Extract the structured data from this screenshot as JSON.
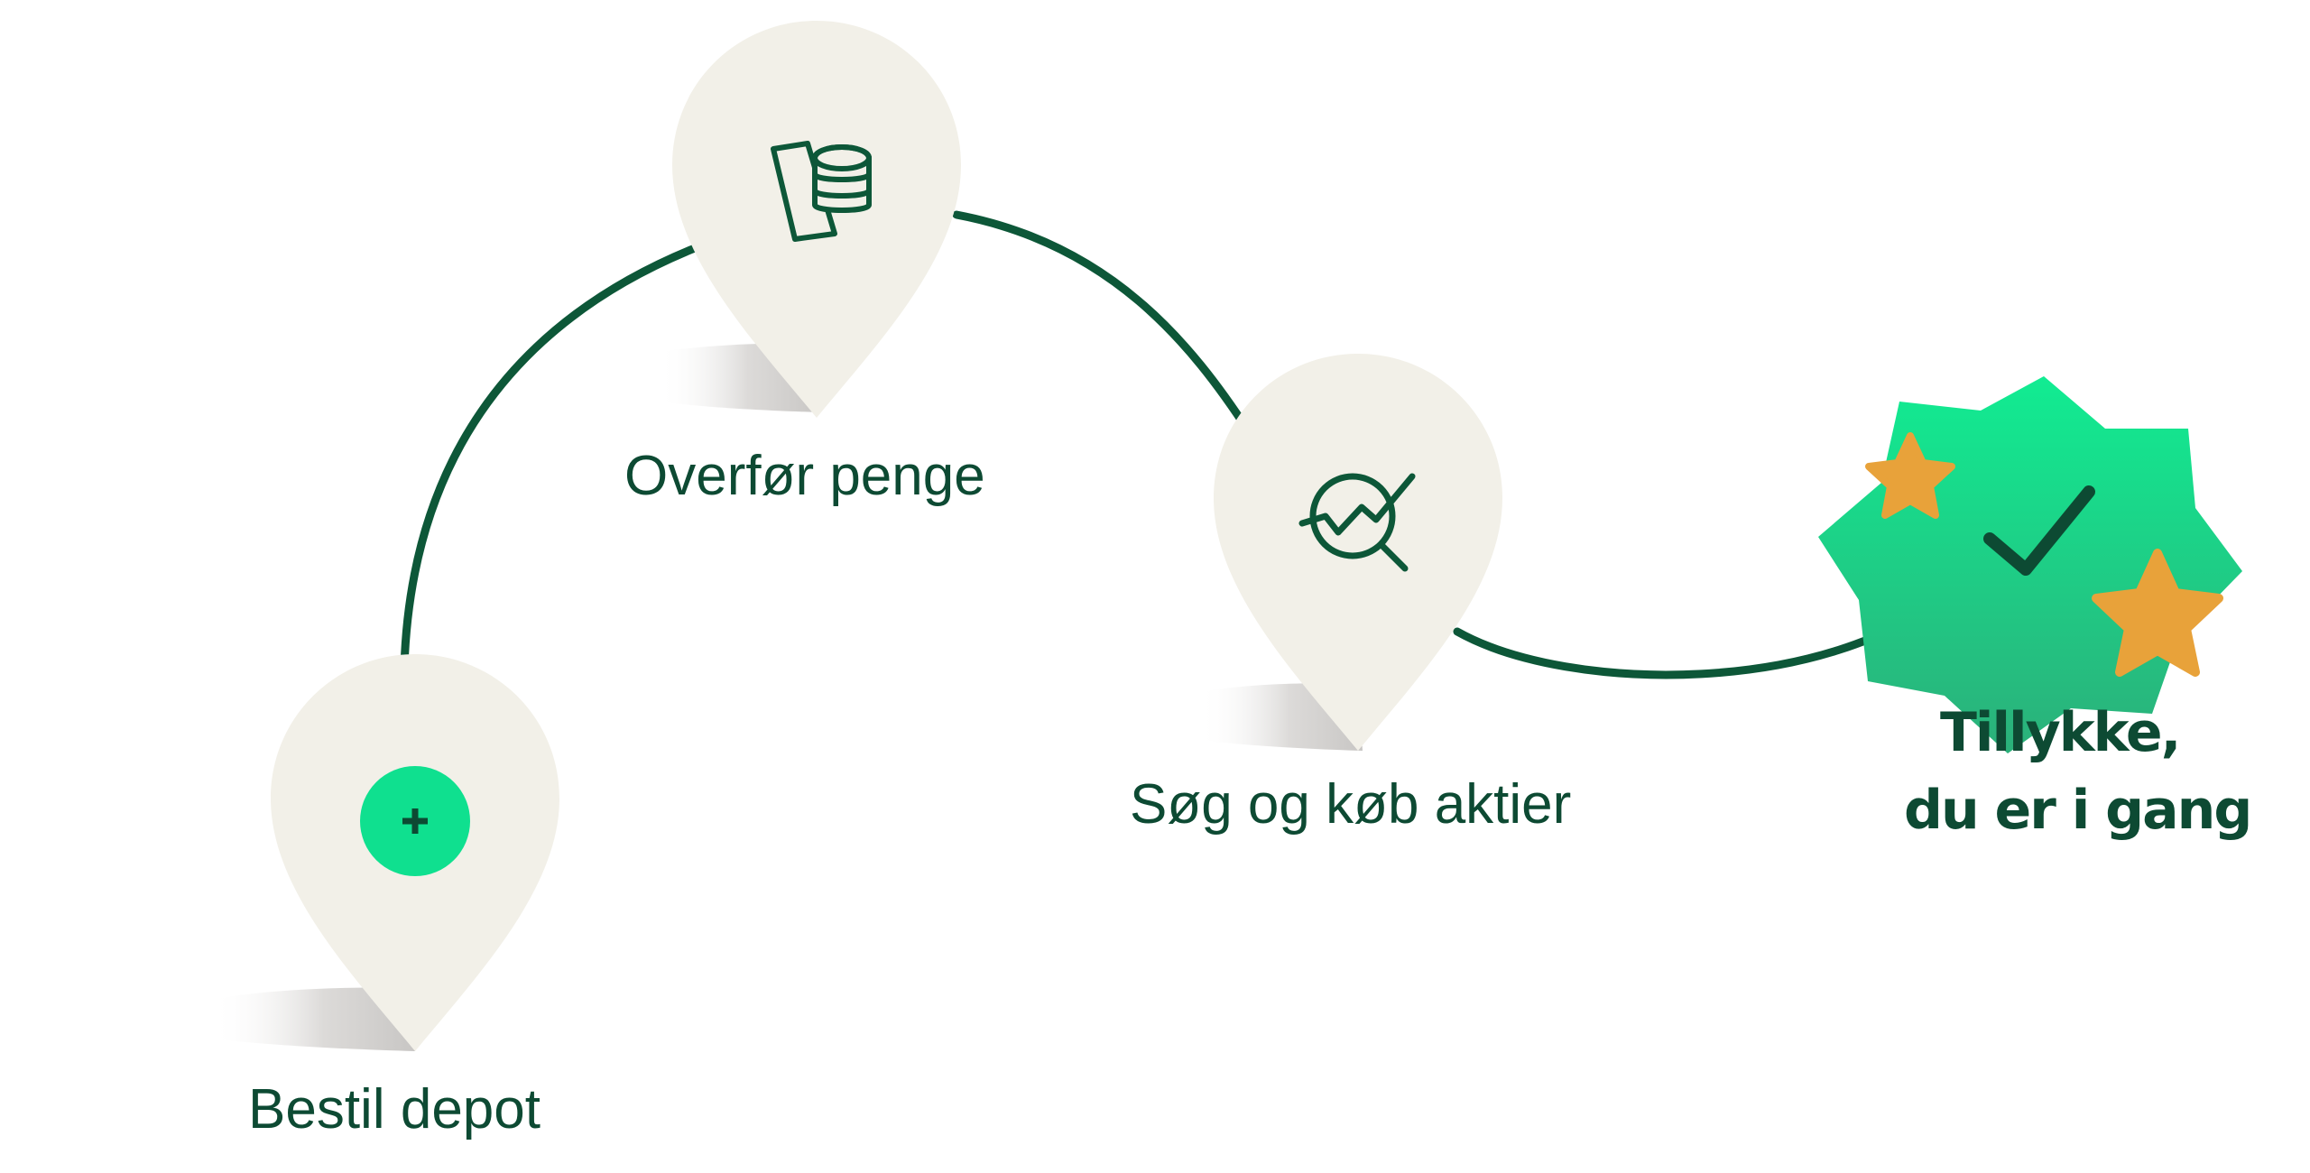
{
  "steps": [
    {
      "label": "Bestil depot",
      "icon": "plus-icon"
    },
    {
      "label": "Overfør penge",
      "icon": "phone-coins-icon"
    },
    {
      "label": "Søg og køb aktier",
      "icon": "stock-search-icon"
    }
  ],
  "finish": {
    "line1": "Tillykke,",
    "line2": "du er i gang",
    "icon": "checkmark-icon"
  },
  "colors": {
    "path": "#0d5738",
    "pin_fill": "#f2f0e8",
    "text": "#0d4a33",
    "accent_green": "#0fe08f",
    "star": "#e8a23a",
    "shadow": "#d6d4d2"
  }
}
